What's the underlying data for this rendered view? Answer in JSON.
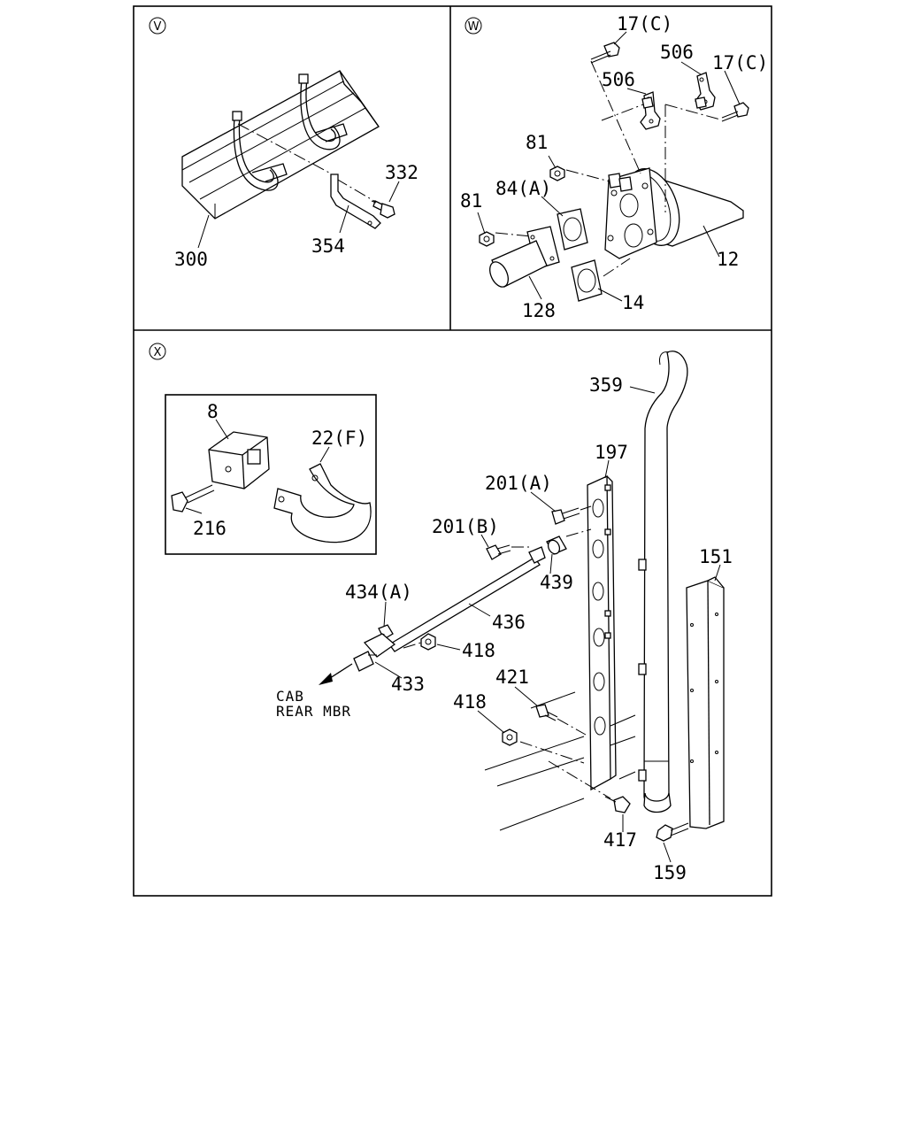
{
  "views": {
    "v": {
      "badge": "V",
      "labels": {
        "p300": "300",
        "p332": "332",
        "p354": "354"
      }
    },
    "w": {
      "badge": "W",
      "labels": {
        "p17c_a": "17(C)",
        "p17c_b": "17(C)",
        "p506_a": "506",
        "p506_b": "506",
        "p81_a": "81",
        "p81_b": "81",
        "p84a": "84(A)",
        "p12": "12",
        "p14": "14",
        "p128": "128"
      }
    },
    "x": {
      "badge": "X",
      "labels": {
        "p8": "8",
        "p22f": "22(F)",
        "p216": "216",
        "p359": "359",
        "p197": "197",
        "p201a": "201(A)",
        "p201b": "201(B)",
        "p439": "439",
        "p151": "151",
        "p434a": "434(A)",
        "p436": "436",
        "p418_a": "418",
        "p433": "433",
        "p421": "421",
        "p418_b": "418",
        "p417": "417",
        "p159": "159"
      },
      "note": {
        "line1": "CAB",
        "line2": "REAR MBR"
      }
    }
  }
}
